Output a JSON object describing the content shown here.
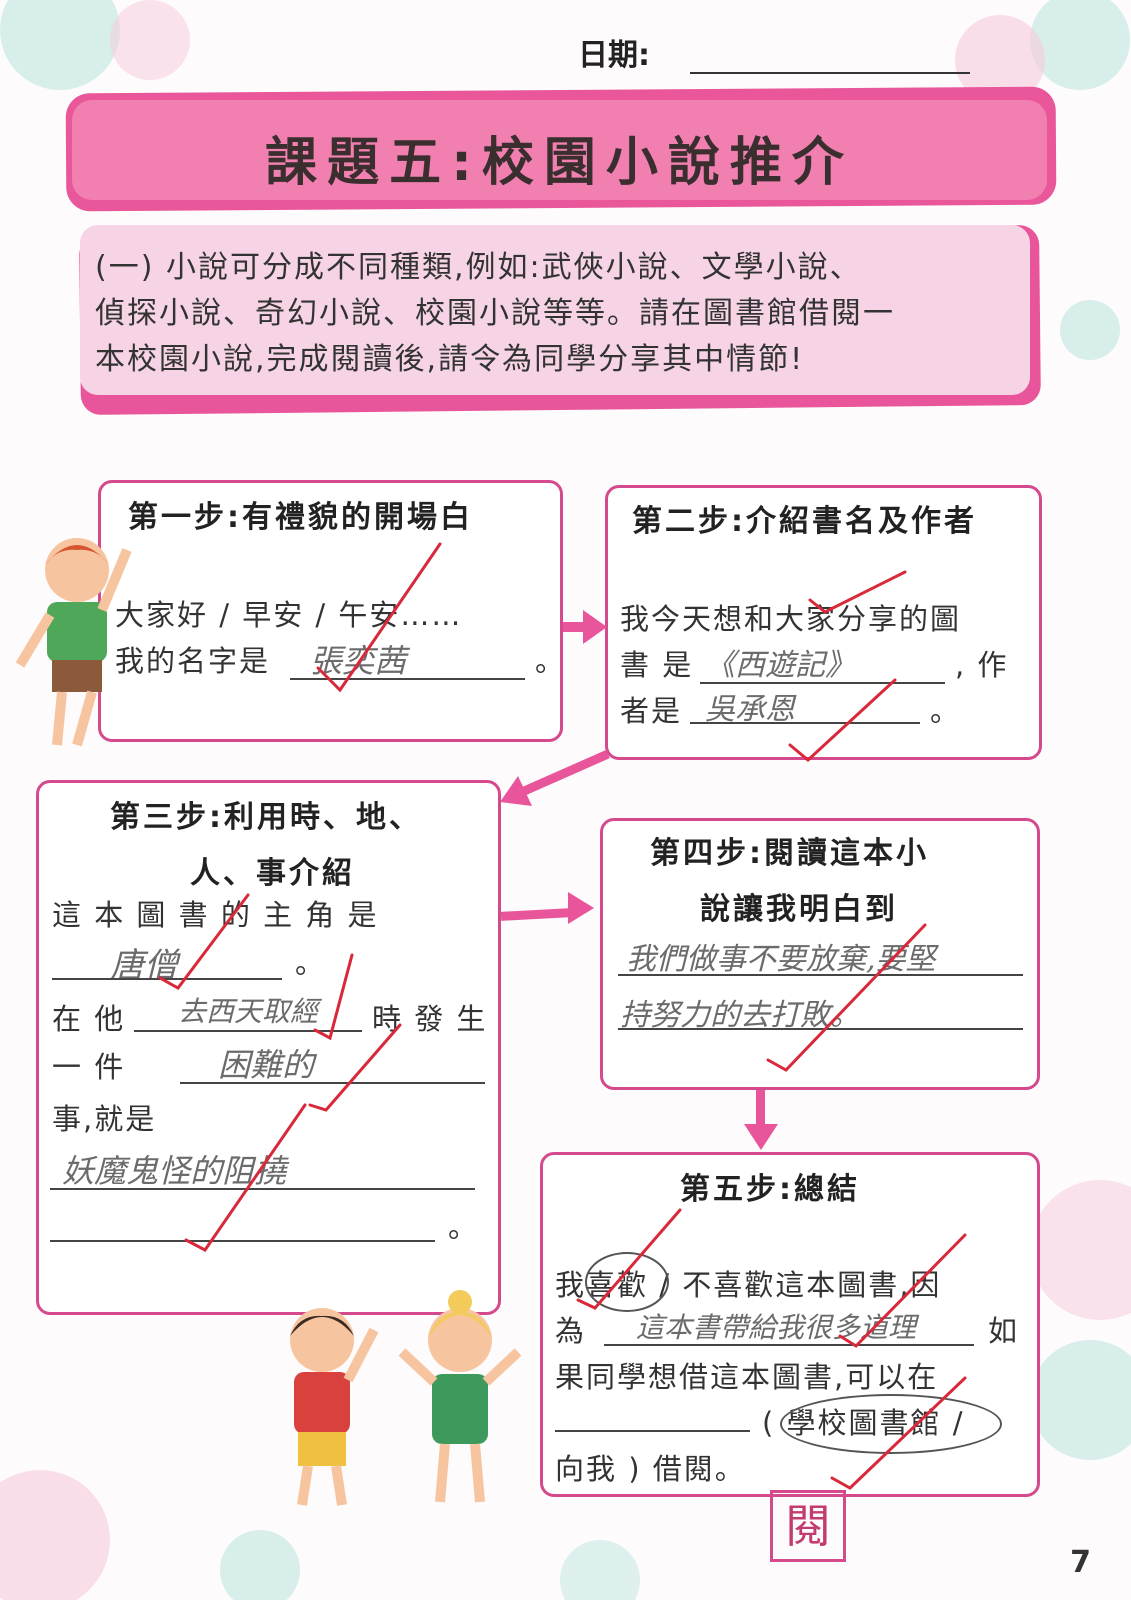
{
  "header": {
    "date_label": "日期:",
    "title": "課題五:校園小說推介"
  },
  "intro": {
    "line1": "(一) 小說可分成不同種類,例如:武俠小說、文學小說、",
    "line2": "偵探小說、奇幻小說、校園小說等等。請在圖書館借閱一",
    "line3": "本校園小說,完成閱讀後,請令為同學分享其中情節!"
  },
  "step1": {
    "heading": "第一步:有禮貌的開場白",
    "line1": "大家好 / 早安 / 午安……",
    "prefix": "我的名字是",
    "answer": "張奕茜",
    "suffix": "。"
  },
  "step2": {
    "heading": "第二步:介紹書名及作者",
    "line1": "我今天想和大家分享的圖",
    "book_prefix": "書 是",
    "book_answer": "《西遊記》",
    "book_suffix": ", 作",
    "author_prefix": "者是",
    "author_answer": "吳承恩",
    "author_suffix": "。"
  },
  "step3": {
    "heading_line1": "第三步:利用時、地、",
    "heading_line2": "人、事介紹",
    "line1": "這 本 圖 書 的 主 角 是",
    "protagonist": "唐僧",
    "period1": "。",
    "when_prefix": "在 他",
    "when_answer": "去西天取經",
    "when_suffix": "時 發 生",
    "event_prefix": "一 件",
    "event_answer": "困難的",
    "event_suffix": "事,就是",
    "detail_answer": "妖魔鬼怪的阻撓",
    "period2": "。"
  },
  "step4": {
    "heading_line1": "第四步:閱讀這本小",
    "heading_line2": "說讓我明白到",
    "answer_line1": "我們做事不要放棄,要堅",
    "answer_line2": "持努力的去打敗。"
  },
  "step5": {
    "heading": "第五步:總結",
    "line1": "我喜歡 / 不喜歡這本圖書,因",
    "because_prefix": "為",
    "because_answer": "這本書帶給我很多道理",
    "because_suffix": "如",
    "line3": "果同學想借這本圖書,可以在",
    "line4": "( 學校圖書館 /",
    "line5": "向我 ) 借閱。"
  },
  "stamp": "閱",
  "page_number": "7",
  "colors": {
    "accent": "#e8559a",
    "box_border": "#d44a8c",
    "check": "#d8283a"
  }
}
